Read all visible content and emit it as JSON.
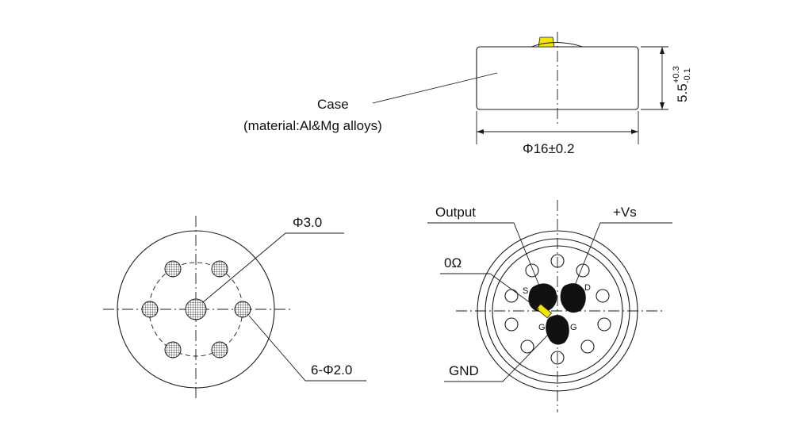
{
  "side_view": {
    "case_label": "Case",
    "material_label": "(material:Al&Mg alloys)",
    "diameter_dim": "Φ16±0.2",
    "height_base": "5.5",
    "height_tol_plus": "+0.3",
    "height_tol_minus": "-0.1"
  },
  "bottom_view": {
    "center_hole_label": "Φ3.0",
    "outer_holes_label": "6-Φ2.0"
  },
  "pin_view": {
    "output_label": "Output",
    "vs_label": "+Vs",
    "zero_ohm_label": "0Ω",
    "gnd_label": "GND",
    "pad_s": "S",
    "pad_d": "D",
    "pad_g1": "G",
    "pad_g2": "G"
  },
  "colors": {
    "line": "#1a1a1a",
    "accent_yellow": "#f2e600",
    "pad_fill": "#111111"
  }
}
